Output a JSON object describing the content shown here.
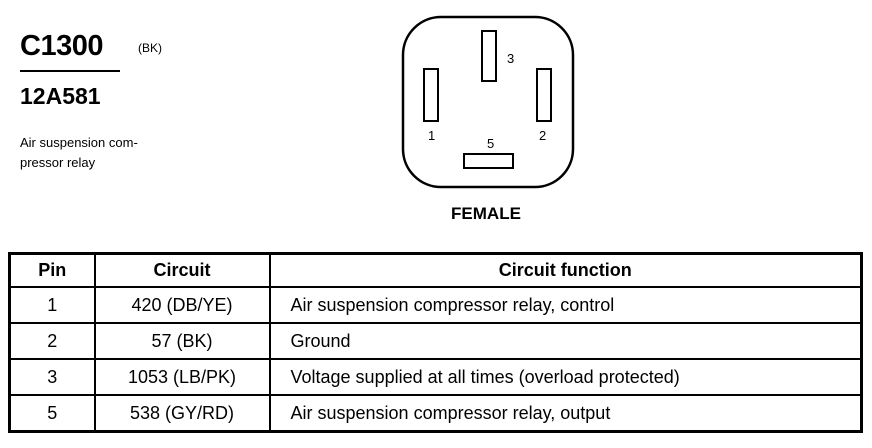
{
  "header": {
    "connector_id": "C1300",
    "color_code": "(BK)",
    "part_number": "12A581",
    "description": "Air suspension com-\npressor relay"
  },
  "connector": {
    "pin_labels": [
      "3",
      "1",
      "2",
      "5"
    ],
    "gender": "FEMALE"
  },
  "table": {
    "headers": [
      "Pin",
      "Circuit",
      "Circuit function"
    ],
    "rows": [
      {
        "pin": "1",
        "circuit": "420 (DB/YE)",
        "function": "Air suspension compressor relay, control"
      },
      {
        "pin": "2",
        "circuit": "57 (BK)",
        "function": "Ground"
      },
      {
        "pin": "3",
        "circuit": "1053 (LB/PK)",
        "function": "Voltage supplied at all times (overload protected)"
      },
      {
        "pin": "5",
        "circuit": "538 (GY/RD)",
        "function": "Air suspension compressor relay, output"
      }
    ]
  }
}
